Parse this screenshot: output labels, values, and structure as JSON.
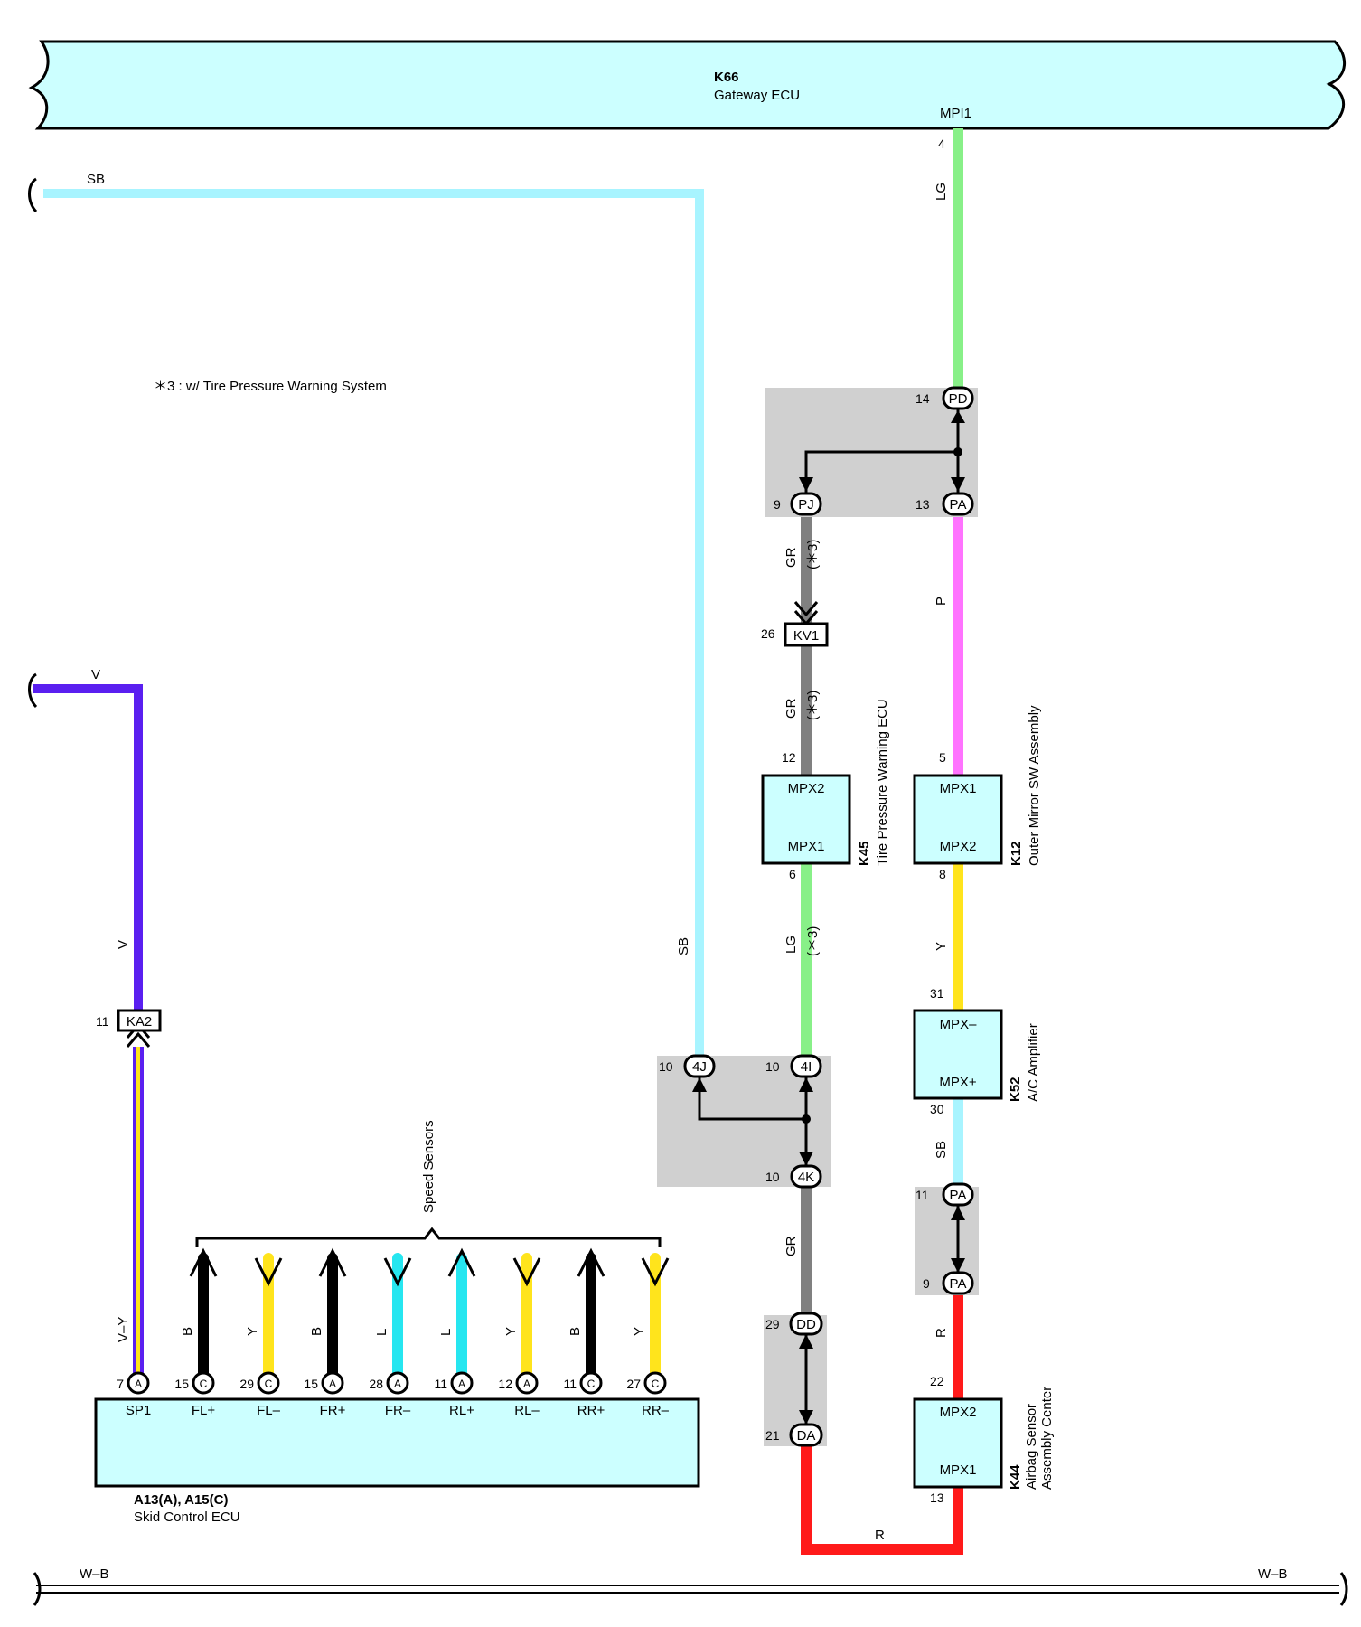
{
  "gateway": {
    "code": "K66",
    "name": "Gateway ECU",
    "pin_label": "MPI1",
    "pin": "4"
  },
  "note": "＊3 : w/ Tire Pressure Warning System",
  "wires": {
    "sb": "SB",
    "v": "V",
    "vy": "V–Y",
    "lg": "LG",
    "gr": "GR",
    "p": "P",
    "y": "Y",
    "r": "R",
    "wb": "W–B",
    "b": "B",
    "l": "L",
    "star3": "(＊3)"
  },
  "connectors": {
    "pd": "PD",
    "pj": "PJ",
    "pa": "PA",
    "kv1": "KV1",
    "ka2": "KA2",
    "c4j": "4J",
    "c4i": "4I",
    "c4k": "4K",
    "dd": "DD",
    "da": "DA",
    "ca": "A",
    "cc": "C"
  },
  "pins": {
    "pd": "14",
    "pj": "9",
    "pa13": "13",
    "kv1": "26",
    "k45_mpx2": "12",
    "k45_mpx1": "6",
    "k12_mpx1": "5",
    "k12_mpx2": "8",
    "k52_mpxm": "31",
    "k52_mpxp": "30",
    "pa11": "11",
    "pa9": "9",
    "k44_mpx2": "22",
    "k44_mpx1": "13",
    "ka2": "11",
    "c4j": "10",
    "c4i": "10",
    "c4k": "10",
    "dd": "29",
    "da": "21",
    "sp1": "7",
    "fl_p": "15",
    "fl_m": "29",
    "fr_p": "15",
    "fr_m": "28",
    "rl_p": "11",
    "rl_m": "12",
    "rr_p": "11",
    "rr_m": "27"
  },
  "components": {
    "k45": {
      "code": "K45",
      "name": "Tire Pressure Warning ECU",
      "top": "MPX2",
      "bottom": "MPX1"
    },
    "k12": {
      "code": "K12",
      "name": "Outer Mirror SW Assembly",
      "top": "MPX1",
      "bottom": "MPX2"
    },
    "k52": {
      "code": "K52",
      "name": "A/C Amplifier",
      "top": "MPX–",
      "bottom": "MPX+"
    },
    "k44": {
      "code": "K44",
      "name1": "Airbag Sensor",
      "name2": "Assembly Center",
      "top": "MPX2",
      "bottom": "MPX1"
    },
    "skid": {
      "code": "A13(A), A15(C)",
      "name": "Skid Control ECU",
      "terminals": [
        "SP1",
        "FL+",
        "FL–",
        "FR+",
        "FR–",
        "RL+",
        "RL–",
        "RR+",
        "RR–"
      ]
    }
  },
  "speed_sensors": "Speed Sensors",
  "colors": {
    "lg": "#88f088",
    "gr": "#808080",
    "p": "#ff73ff",
    "y": "#ffe41c",
    "sb": "#a8f4ff",
    "r": "#ff1a1a",
    "v": "#5a1ff0",
    "l": "#26e6f0",
    "b": "#000000",
    "ecu_fill": "#ccffff",
    "splice_bg": "#d0d0d0"
  }
}
